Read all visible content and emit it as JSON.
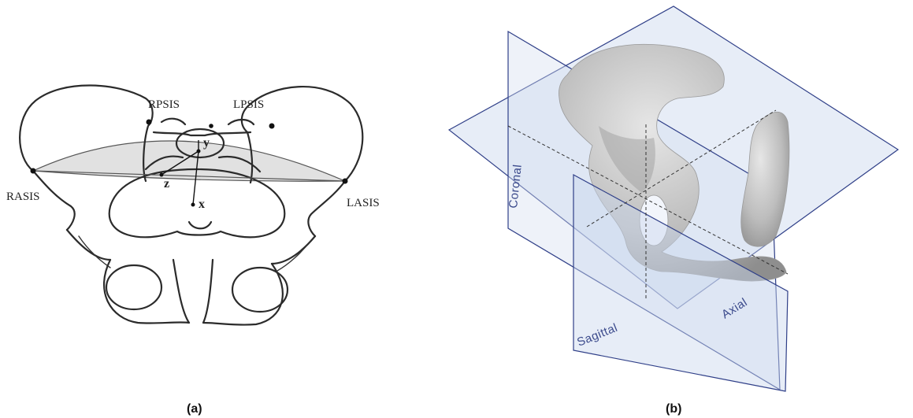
{
  "panel_a": {
    "caption": "(a)",
    "landmarks": {
      "rasis": "RASIS",
      "lasis": "LASIS",
      "rpsis": "RPSIS",
      "lpsis": "LPSIS"
    },
    "axes": {
      "x": "x",
      "y": "y",
      "z": "z"
    }
  },
  "panel_b": {
    "caption": "(b)",
    "planes": {
      "coronal": "Coronal",
      "sagittal": "Sagittal",
      "axial": "Axial"
    },
    "colors": {
      "plane_fill": "#c9d6ee",
      "plane_edge": "#2f3f88",
      "bone": "#c8c8c8"
    }
  }
}
